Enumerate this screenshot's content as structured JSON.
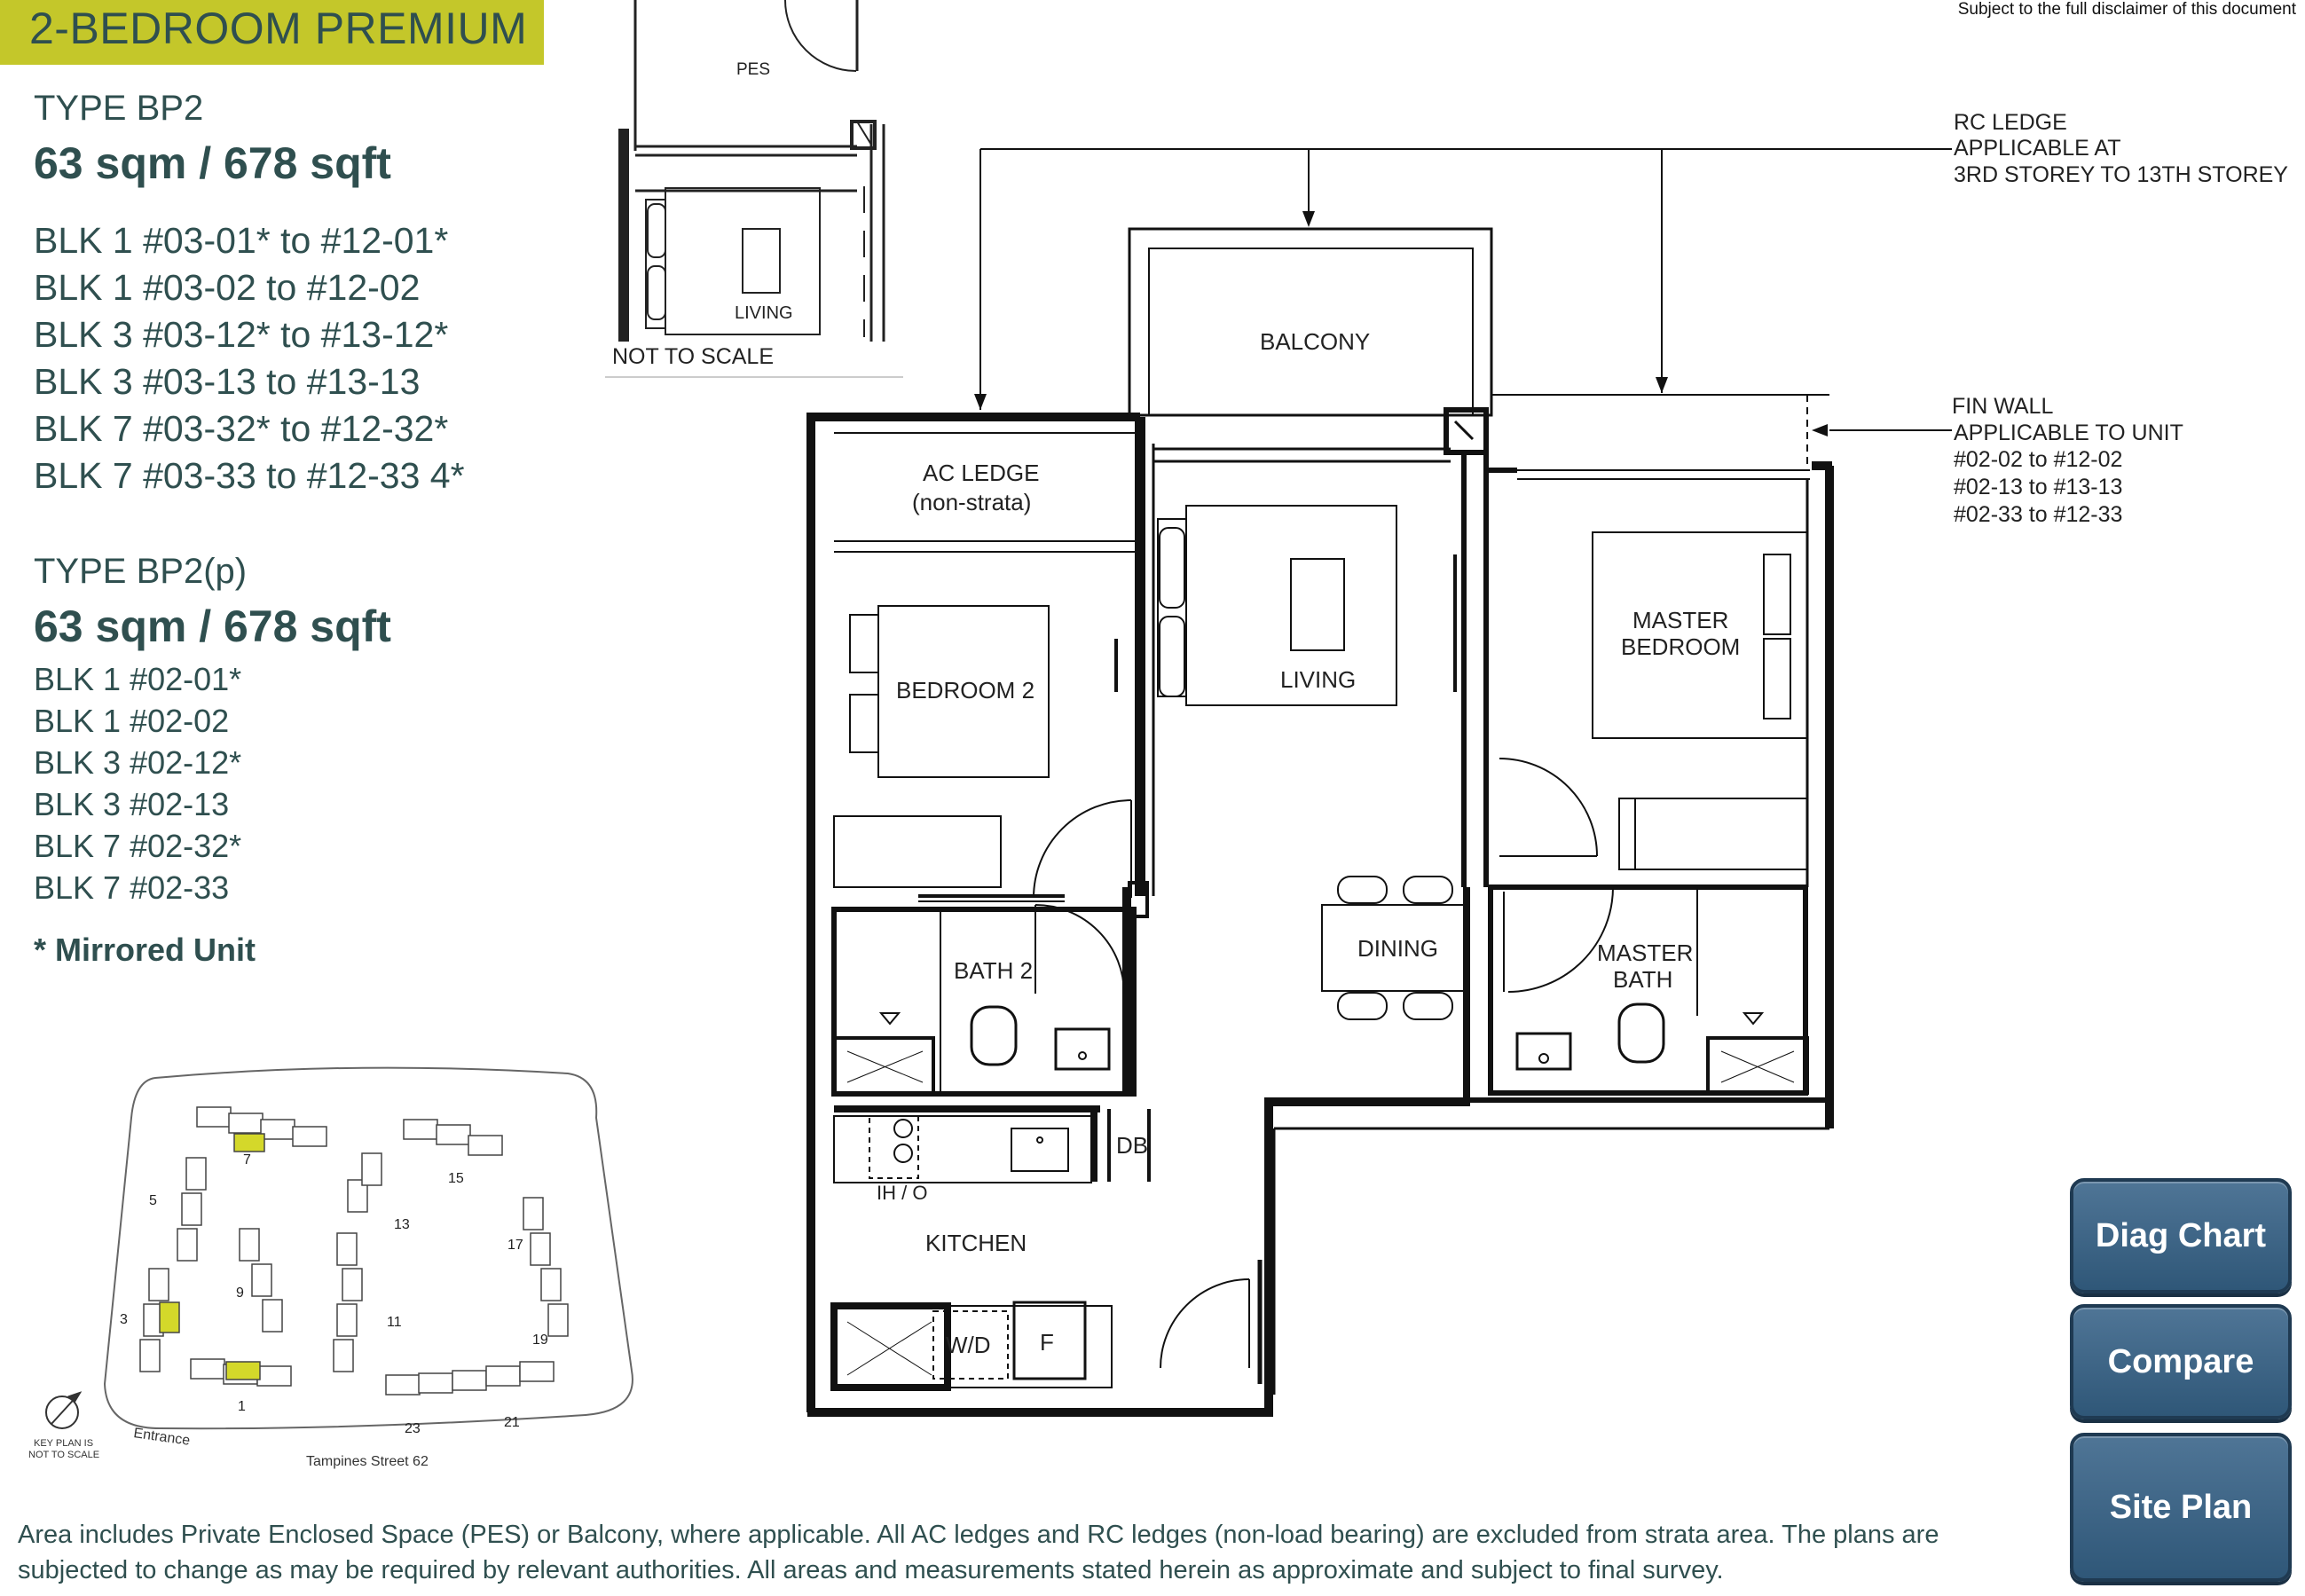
{
  "header": {
    "title": "2-BEDROOM PREMIUM",
    "disclaimer": "Subject to the full disclaimer of this document"
  },
  "type_bp2": {
    "label": "TYPE BP2",
    "area": "63 sqm / 678 sqft",
    "units": [
      "BLK 1 #03-01* to #12-01*",
      "BLK 1 #03-02 to #12-02",
      "BLK 3 #03-12* to #13-12*",
      "BLK 3 #03-13 to #13-13",
      "BLK 7 #03-32* to #12-32*",
      "BLK 7 #03-33 to #12-33 4*"
    ]
  },
  "type_bp2p": {
    "label": "TYPE BP2(p)",
    "area": "63 sqm / 678 sqft",
    "units": [
      "BLK 1 #02-01*",
      "BLK 1 #02-02",
      "BLK 3 #02-12*",
      "BLK 3 #02-13",
      "BLK 7 #02-32*",
      "BLK 7 #02-33"
    ]
  },
  "mirrored_note": "* Mirrored Unit",
  "inset": {
    "pes": "PES",
    "living": "LIVING",
    "scale_note": "NOT TO SCALE"
  },
  "plan_labels": {
    "balcony": "BALCONY",
    "ac_ledge": "AC LEDGE",
    "non_strata": "(non-strata)",
    "bedroom2": "BEDROOM 2",
    "living": "LIVING",
    "master_bedroom_1": "MASTER",
    "master_bedroom_2": "BEDROOM",
    "bath2": "BATH 2",
    "dining": "DINING",
    "master_bath_1": "MASTER",
    "master_bath_2": "BATH",
    "db": "DB",
    "ih_o": "IH / O",
    "kitchen": "KITCHEN",
    "wd": "W/D",
    "fridge": "F"
  },
  "annotations": {
    "rc_ledge": [
      "RC LEDGE",
      "APPLICABLE AT",
      "3RD STOREY TO 13TH STOREY"
    ],
    "fin_wall": [
      "FIN WALL",
      "APPLICABLE TO UNIT",
      "#02-02  to  #12-02",
      "#02-13  to  #13-13",
      "#02-33  to  #12-33"
    ]
  },
  "key_plan": {
    "blocks": [
      "1",
      "3",
      "5",
      "7",
      "9",
      "11",
      "13",
      "15",
      "17",
      "19",
      "21",
      "23"
    ],
    "entrance": "Entrance",
    "street": "Tampines Street 62",
    "note_1": "KEY PLAN IS",
    "note_2": "NOT TO SCALE"
  },
  "footnote": "Area includes Private Enclosed Space (PES) or Balcony, where applicable. All AC ledges and RC ledges (non-load bearing) are excluded from strata area. The plans are subjected to change as may be required by relevant authorities. All areas and measurements stated herein as approximate and subject to final survey.",
  "nav": {
    "diag_chart": "Diag Chart",
    "compare": "Compare",
    "site_plan": "Site Plan"
  },
  "colors": {
    "accent": "#c4c72a",
    "text": "#2f4f4f",
    "button": "#3a6386",
    "highlight": "#d4d82a"
  }
}
